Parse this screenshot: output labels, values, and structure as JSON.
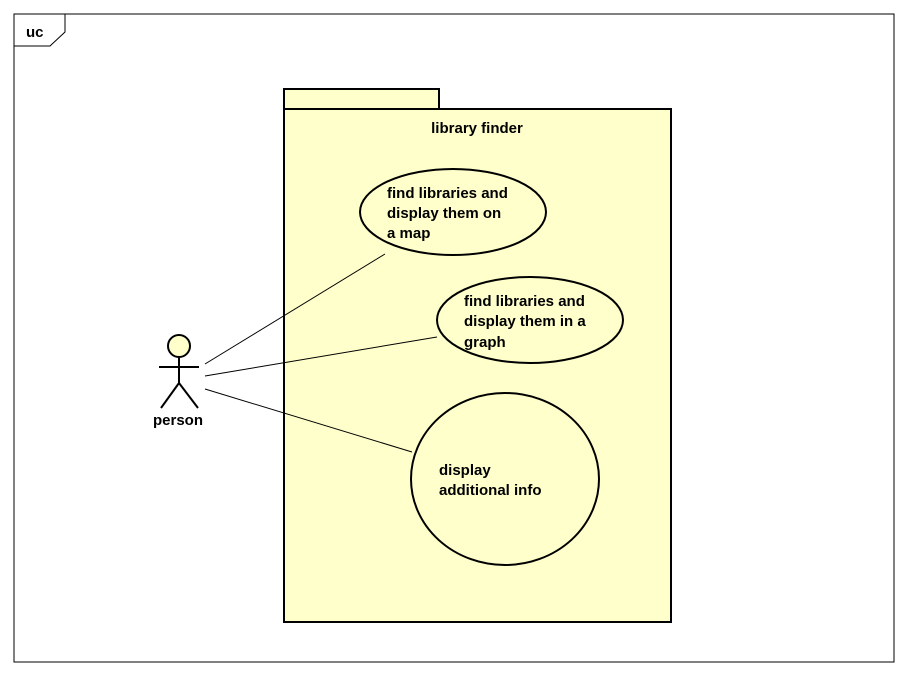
{
  "frame": {
    "label": "uc"
  },
  "system": {
    "name": "library finder",
    "fill": "#ffffcc"
  },
  "actor": {
    "name": "person",
    "fill": "#ffffcc"
  },
  "use_cases": [
    {
      "lines": [
        "find libraries and",
        "display them  on",
        "a map"
      ]
    },
    {
      "lines": [
        "find libraries and",
        "display them in a",
        "graph"
      ]
    },
    {
      "lines": [
        "display",
        "additional info"
      ]
    }
  ]
}
